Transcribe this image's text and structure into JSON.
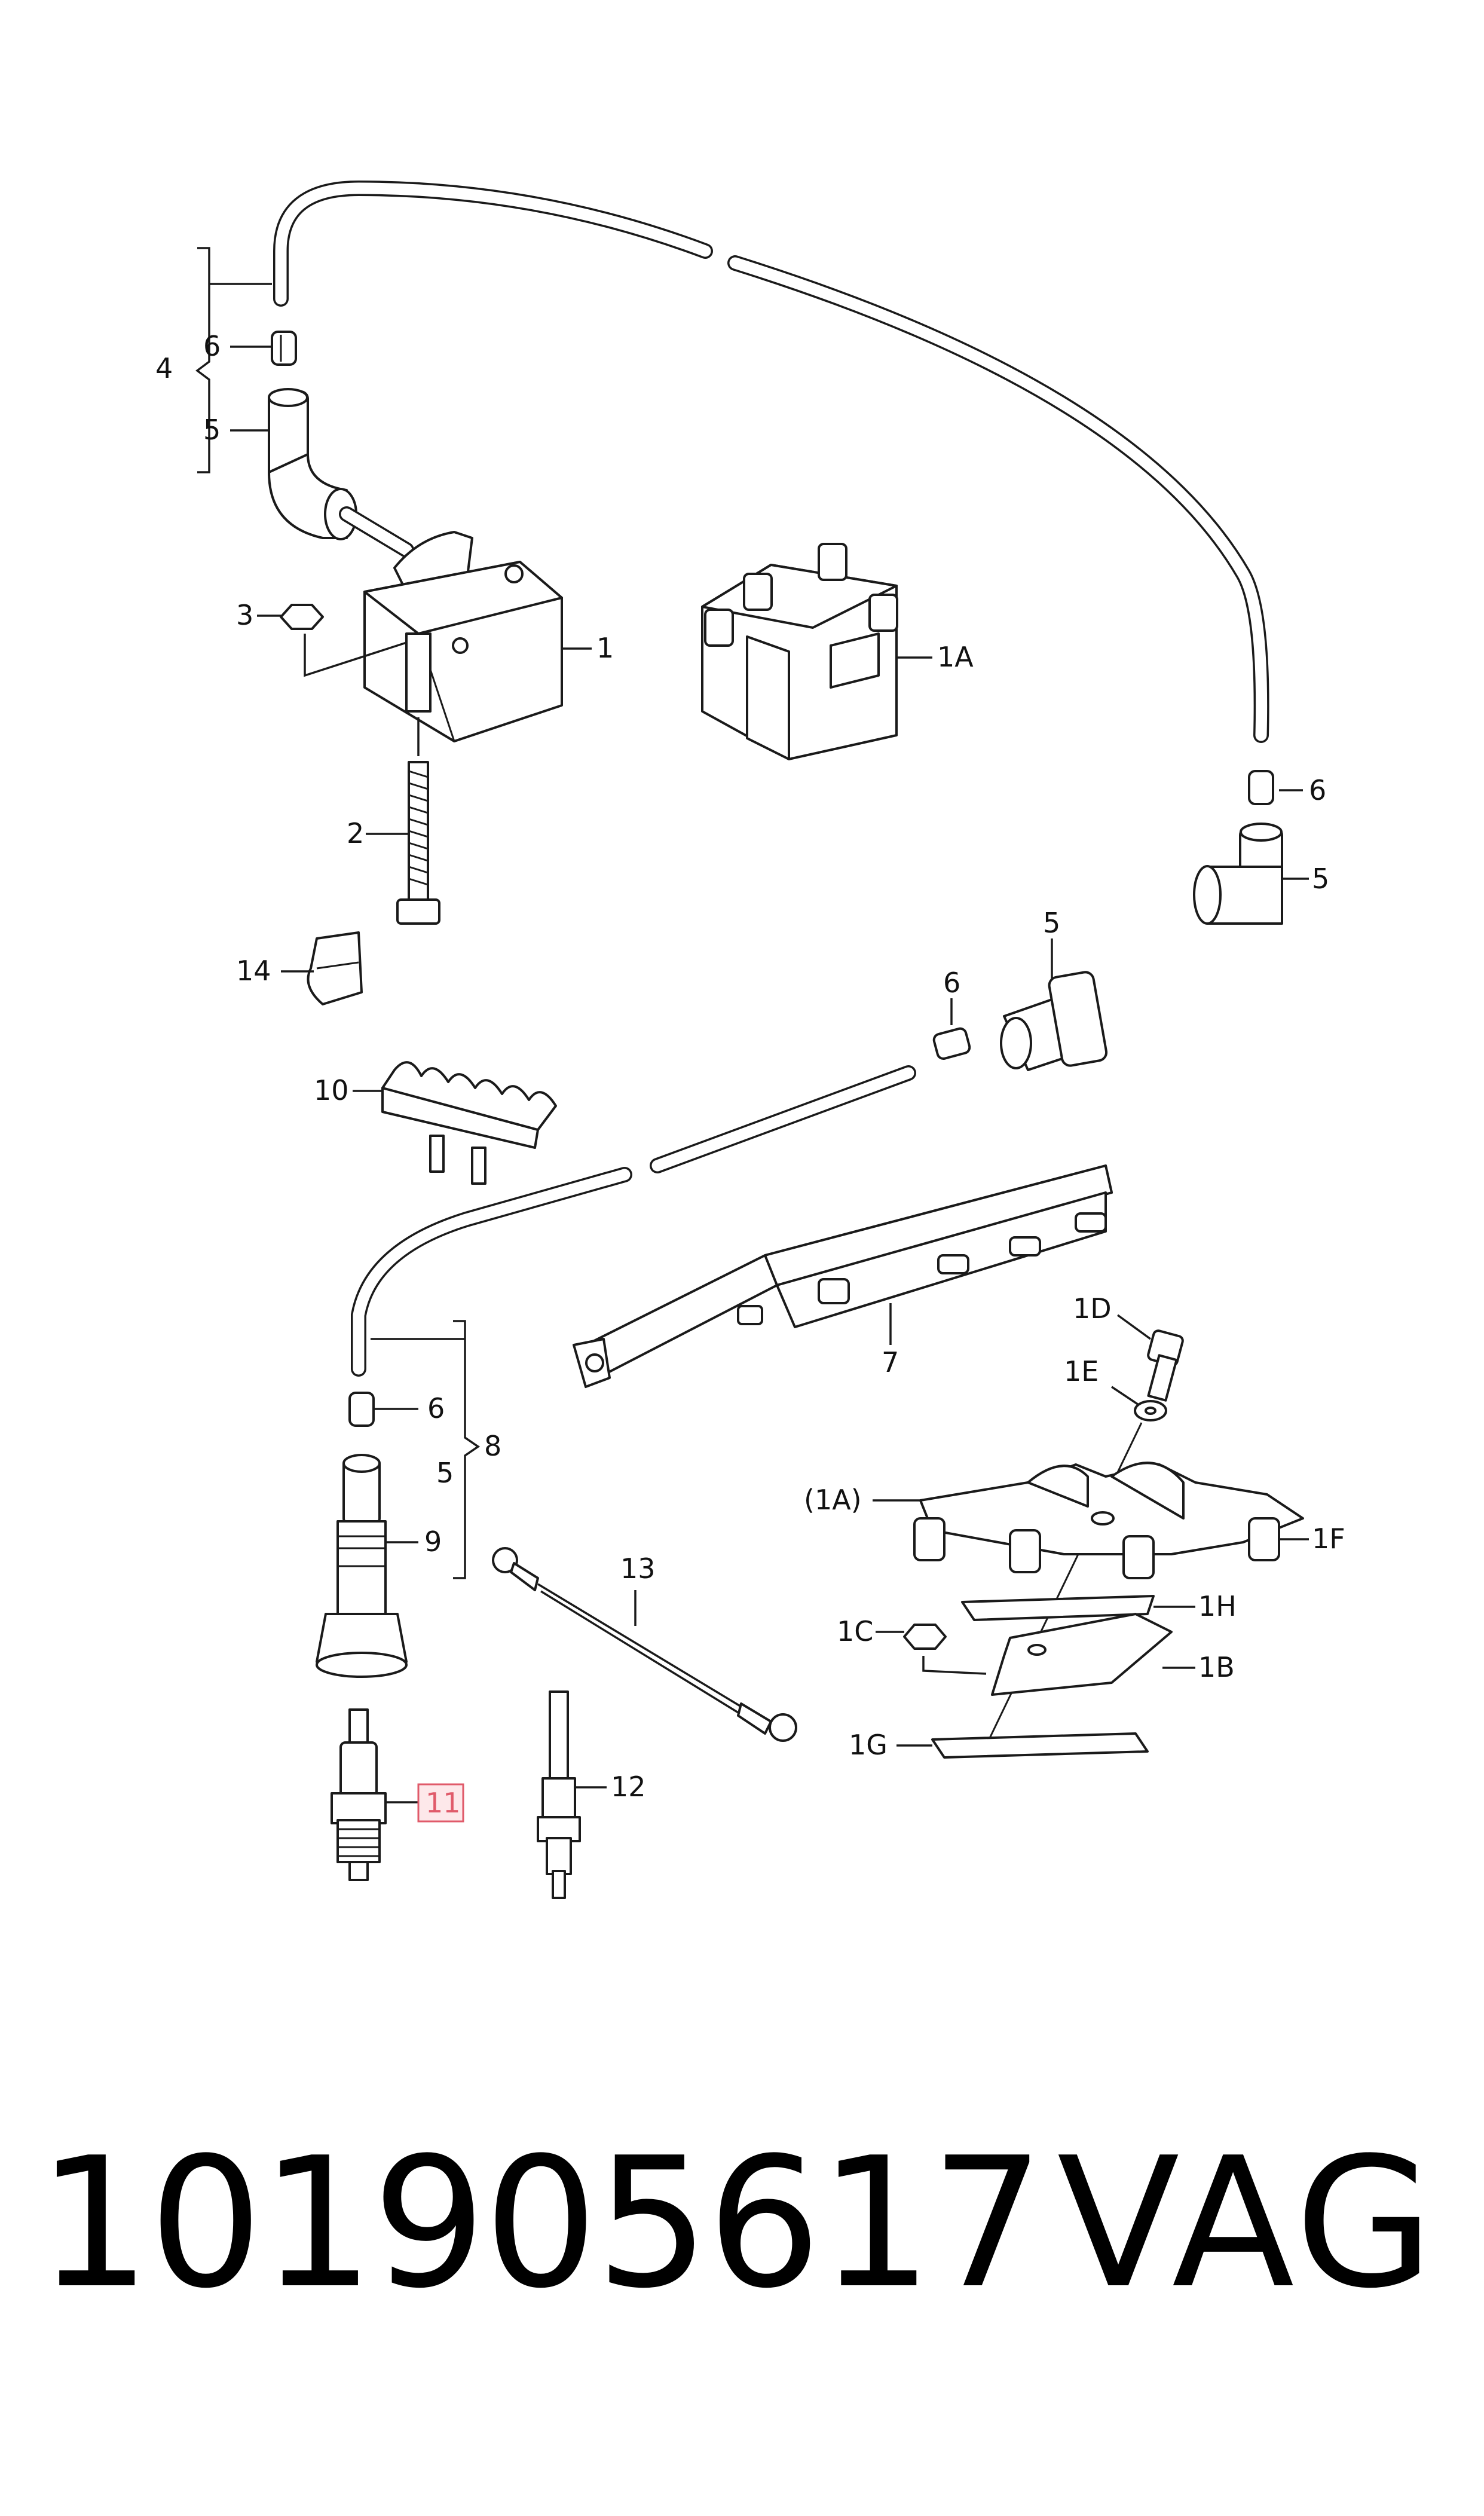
{
  "callouts": {
    "c4": "4",
    "c6a": "6",
    "c5a": "5",
    "c3": "3",
    "c1": "1",
    "c1A": "1A",
    "c2": "2",
    "c6b": "6",
    "c5b": "5",
    "c14": "14",
    "c6c": "6",
    "c5c": "5",
    "c10": "10",
    "c7": "7",
    "c1D": "1D",
    "c1E": "1E",
    "c8": "8",
    "c6d": "6",
    "c5d": "5",
    "c9": "9",
    "c1Ap": "(1A)",
    "c1F": "1F",
    "c13": "13",
    "c1H": "1H",
    "c1C": "1C",
    "c1B": "1B",
    "c1G": "1G",
    "c11": "11",
    "c12": "12"
  },
  "highlight": {
    "label": "11",
    "color": "#e05a6a",
    "fill": "#fde8ea"
  },
  "footer": {
    "part_number": "101905617",
    "brand": "VAG"
  }
}
